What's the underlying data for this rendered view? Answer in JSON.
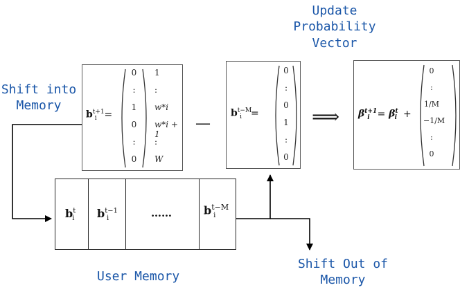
{
  "labels": {
    "update": "Update\nProbability\nVector",
    "shift_into": "Shift into\nMemory",
    "user_memory": "User Memory",
    "shift_out": "Shift Out of\nMemory"
  },
  "box1": {
    "lhs": "b",
    "lhs_sup": "t+1",
    "lhs_sub": "i",
    "equals": "=",
    "col_left": [
      "0",
      ":",
      "1",
      "0",
      ":",
      "0"
    ],
    "col_right": [
      "1",
      ":",
      "w*i",
      "w*i + 1",
      ":",
      "W"
    ]
  },
  "minus": "—",
  "box2": {
    "lhs": "b",
    "lhs_sup": "t−M",
    "lhs_sub": "i",
    "equals": "=",
    "col": [
      "0",
      ":",
      "0",
      "1",
      ":",
      "0"
    ]
  },
  "implies": "⟹",
  "box3": {
    "lhs": "β",
    "lhs_sup": "t+1",
    "lhs_sub": "i",
    "equals": "=",
    "rhs": "β",
    "rhs_sup": "t",
    "rhs_sub": "i",
    "plus": "+",
    "col": [
      "0",
      ":",
      "1/M",
      "−1/M",
      ":",
      "0"
    ]
  },
  "memory": {
    "cells": [
      {
        "base": "b",
        "sup": "t",
        "sub": "i"
      },
      {
        "base": "b",
        "sup": "t−1",
        "sub": "i"
      },
      {
        "base": "……",
        "sup": "",
        "sub": ""
      },
      {
        "base": "b",
        "sup": "t−M",
        "sub": "i"
      }
    ]
  }
}
